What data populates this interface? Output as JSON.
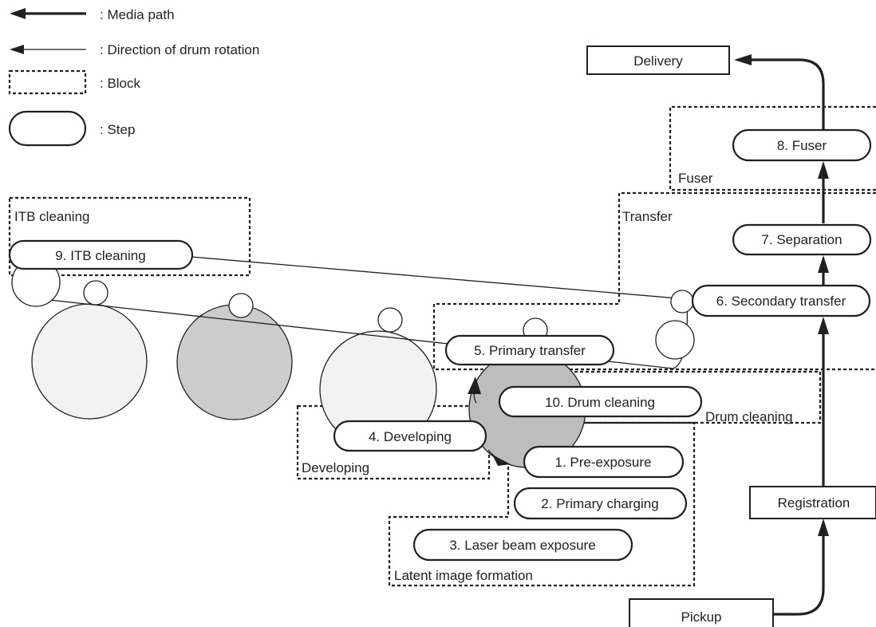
{
  "legend": {
    "media_path": ": Media path",
    "drum_rotation": ": Direction of drum rotation",
    "block": ": Block",
    "step": ": Step"
  },
  "blocks": {
    "itb_cleaning": "ITB cleaning",
    "fuser": "Fuser",
    "transfer": "Transfer",
    "drum_cleaning": "Drum cleaning",
    "developing": "Developing",
    "latent_image_formation": "Latent image formation"
  },
  "steps": {
    "pre_exposure": "1. Pre-exposure",
    "primary_charging": "2. Primary charging",
    "laser_beam_exposure": "3. Laser beam exposure",
    "developing": "4. Developing",
    "primary_transfer": "5. Primary transfer",
    "secondary_transfer": "6. Secondary transfer",
    "separation": "7. Separation",
    "fuser": "8. Fuser",
    "itb_cleaning": "9. ITB cleaning",
    "drum_cleaning": "10. Drum cleaning"
  },
  "stations": {
    "delivery": "Delivery",
    "registration": "Registration",
    "pickup": "Pickup"
  },
  "colors": {
    "ink": "#231f20",
    "drum_light": "#f2f2f2",
    "drum_mid": "#cccccc",
    "drum_active": "#bdbdbd"
  }
}
